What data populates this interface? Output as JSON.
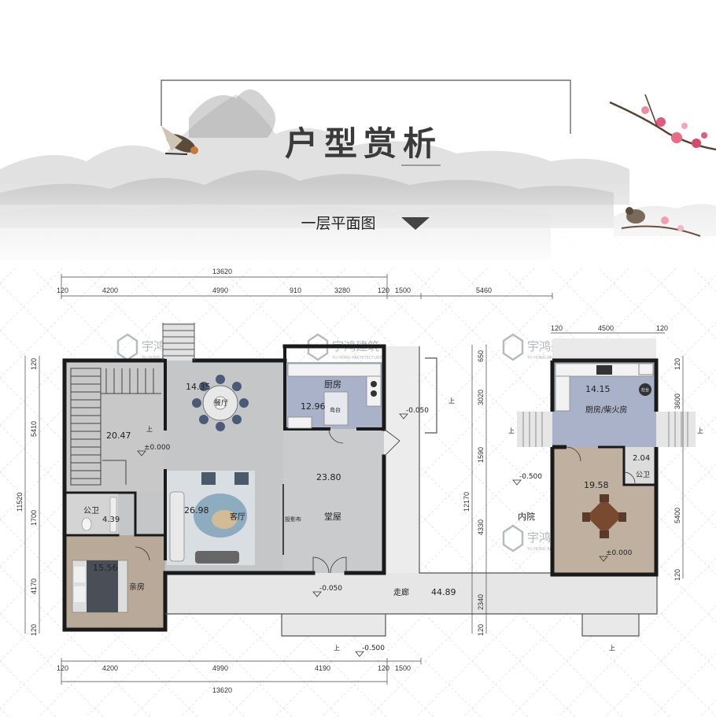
{
  "header": {
    "title": "户型赏析",
    "subtitle": "一层平面图"
  },
  "watermark": {
    "text": "宇鸿建筑",
    "subtext": "YU HONG ARCHITECTURE"
  },
  "rooms": {
    "stair_area": "20.47",
    "dining_area": "14.35",
    "dining_label": "餐厅",
    "kitchen_label": "厨房",
    "kitchen_area": "12.96",
    "island_label": "岛台",
    "hall_area": "23.80",
    "living_area": "26.98",
    "living_label": "客厅",
    "main_hall_label": "堂屋",
    "projection_label": "投影布",
    "bath_label": "公卫",
    "bath_area": "4.39",
    "bedroom_area": "15.56",
    "bedroom_label": "亲房",
    "corridor_label": "走廊",
    "corridor_area": "44.89",
    "yard_label": "内院",
    "east_kitchen_area": "14.15",
    "east_kitchen_label": "厨房/柴火房",
    "east_bath_area": "2.04",
    "east_bath_label": "公卫",
    "east_room_area": "19.58",
    "gas_label": "灶台"
  },
  "levels": {
    "main": "±0.000",
    "kitchen_step": "-0.050",
    "corridor": "-0.050",
    "yard": "-0.500",
    "entry": "-0.500",
    "east": "±0.000"
  },
  "stair": {
    "up": "上"
  },
  "dimensions": {
    "top_total": "13620",
    "top_segments": [
      "120",
      "4200",
      "4990",
      "910",
      "3280",
      "120",
      "1500",
      "5460"
    ],
    "east_top": [
      "120",
      "4500",
      "120"
    ],
    "bottom_segments": [
      "120",
      "4200",
      "4990",
      "4190",
      "120",
      "1500"
    ],
    "bottom_total": "13620",
    "left_total": "11520",
    "left_segments": [
      "120",
      "5410",
      "1700",
      "4170",
      "120"
    ],
    "mid_total": "12170",
    "mid_segments": [
      "650",
      "3020",
      "1590",
      "4330",
      "2340",
      "120"
    ],
    "right_segments": [
      "120",
      "3600",
      "5400",
      "120"
    ]
  }
}
